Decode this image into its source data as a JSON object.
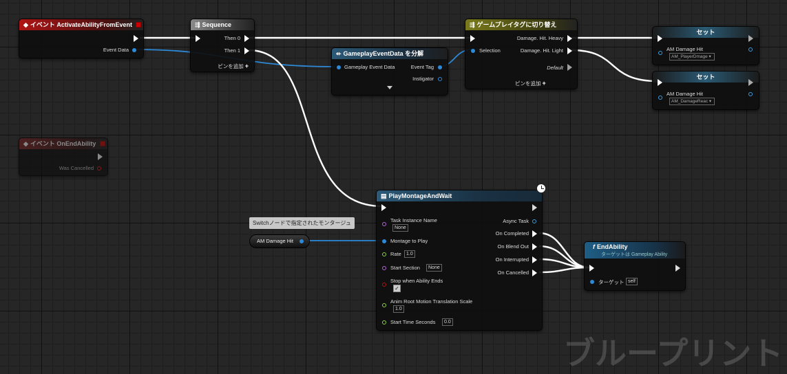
{
  "event_activate": {
    "title": "イベント ActivateAbilityFromEvent",
    "event_data_label": "Event Data"
  },
  "event_end": {
    "title": "イベント OnEndAbility",
    "was_cancelled_label": "Was Cancelled"
  },
  "sequence": {
    "title": "Sequence",
    "then0": "Then 0",
    "then1": "Then 1",
    "add_pin": "ピンを追加"
  },
  "break_event_data": {
    "title": "GameplayEventData を分解",
    "input_label": "Gameplay Event Data",
    "event_tag": "Event Tag",
    "instigator": "Instigator"
  },
  "switch_tag": {
    "title": "ゲームプレイタグに切り替え",
    "selection": "Selection",
    "case1": "Damage. Hit. Heavy",
    "case2": "Damage. Hit. Light",
    "default": "Default",
    "add_pin": "ピンを追加"
  },
  "set1": {
    "title": "セット",
    "var_label": "AM Damage Hit",
    "value": "AM_PlayerDmage"
  },
  "set2": {
    "title": "セット",
    "var_label": "AM Damage Hit",
    "value": "AM_DamageReac"
  },
  "montage": {
    "title": "PlayMontageAndWait",
    "task_instance_name": "Task Instance Name",
    "task_instance_value": "None",
    "montage_to_play": "Montage to Play",
    "rate": "Rate",
    "rate_value": "1.0",
    "start_section": "Start Section",
    "start_section_value": "None",
    "stop_when_ability_ends": "Stop when Ability Ends",
    "stop_checked": "✓",
    "anim_root_motion": "Anim Root Motion Translation Scale",
    "anim_root_value": "1.0",
    "start_time_seconds": "Start Time Seconds",
    "start_time_value": "0.0",
    "async_task": "Async Task",
    "on_completed": "On Completed",
    "on_blend_out": "On Blend Out",
    "on_interrupted": "On Interrupted",
    "on_cancelled": "On Cancelled"
  },
  "var_node": {
    "label": "AM Damage Hit",
    "tooltip": "Switchノードで指定されたモンタージュ"
  },
  "end_ability": {
    "title": "EndAbility",
    "subtitle": "ターゲットは Gameplay Ability",
    "target_label": "ターゲット",
    "target_value": "self"
  },
  "watermark": "ブループリント",
  "colors": {
    "exec_wire": "#ffffff",
    "object_wire": "#2c8ad8",
    "event_header": "#b01515",
    "function_header": "#1f5e86"
  }
}
